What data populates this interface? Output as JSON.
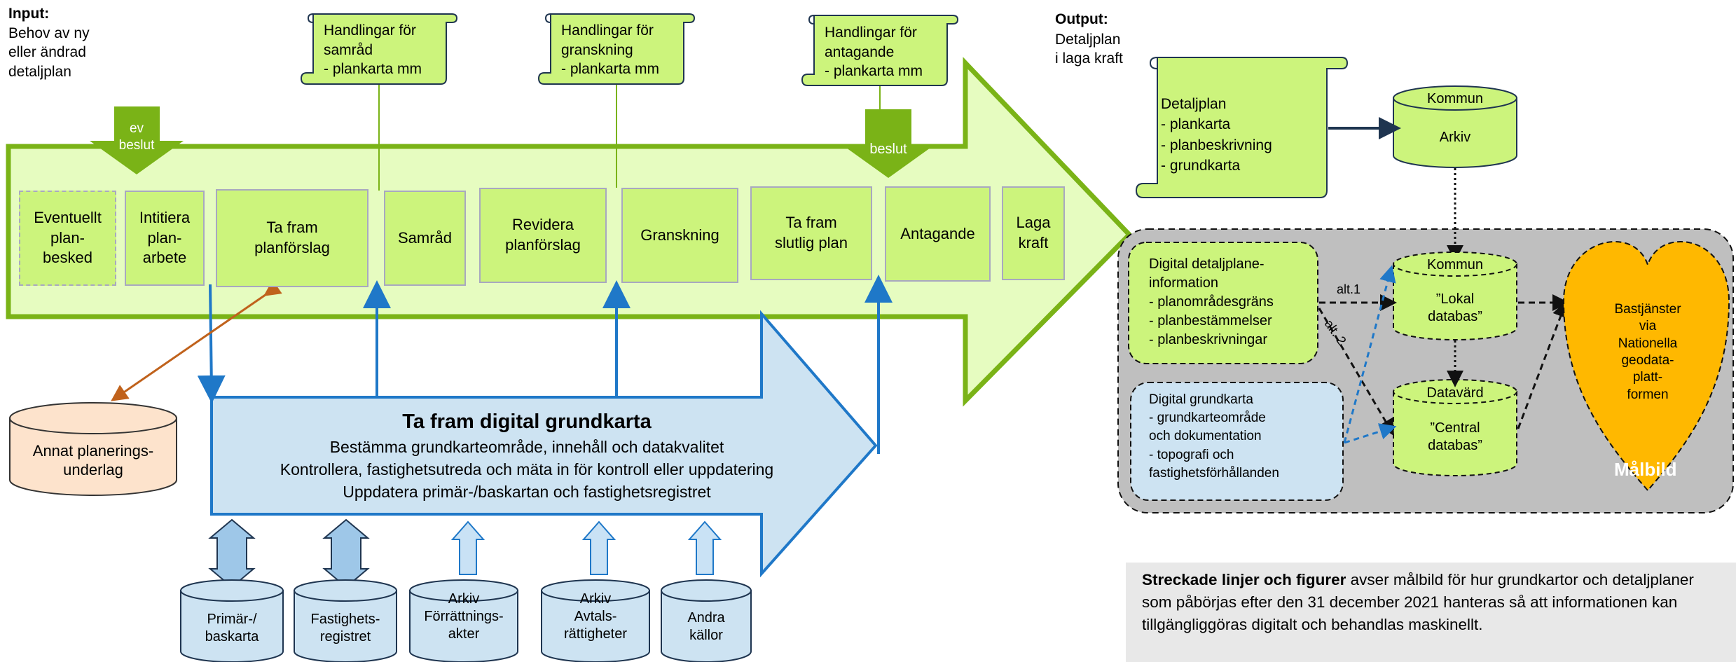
{
  "input": {
    "title": "Input:",
    "text": "Behov av ny\neller ändrad\ndetaljplan"
  },
  "output": {
    "title": "Output:",
    "text": "Detaljplan\ni laga kraft"
  },
  "scrolls": {
    "samrad": "Handlingar för\nsamråd\n- plankarta mm",
    "granskning": "Handlingar för\ngranskning\n- plankarta mm",
    "antagande": "Handlingar för\nantagande\n- plankarta mm"
  },
  "beslut": {
    "ev": "ev\nbeslut",
    "main": "beslut"
  },
  "steps": [
    {
      "label": "Eventuellt\nplan-\nbesked"
    },
    {
      "label": "Intitiera\nplan-\narbete"
    },
    {
      "label": "Ta fram\nplanförslag"
    },
    {
      "label": "Samråd"
    },
    {
      "label": "Revidera\nplanförslag"
    },
    {
      "label": "Granskning"
    },
    {
      "label": "Ta fram\nslutlig plan"
    },
    {
      "label": "Antagande"
    },
    {
      "label": "Laga\nkraft"
    }
  ],
  "annat": "Annat planerings-\nunderlag",
  "grundkarta": {
    "title": "Ta fram digital grundkarta",
    "lines": [
      "Bestämma grundkarteområde, innehåll och datakvalitet",
      "Kontrollera,  fastighetsutreda och mäta in för kontroll eller uppdatering",
      "Uppdatera primär-/baskartan och fastighetsregistret"
    ]
  },
  "sources": [
    {
      "label": "Primär-/\nbaskarta"
    },
    {
      "label": "Fastighets-\nregistret"
    },
    {
      "label": "Arkiv\nFörrättnings-\nakter"
    },
    {
      "label": "Arkiv\nAvtals-\nrättigheter"
    },
    {
      "label": "Andra\nkällor"
    }
  ],
  "detaljplan_scroll": "Detaljplan\n- plankarta\n- planbeskrivning\n- grundkarta",
  "kommun_arkiv": {
    "top": "Kommun",
    "body": "Arkiv"
  },
  "malbild": {
    "label": "Målbild",
    "digital_detalj": "Digital detaljplane-\ninformation\n- planområdesgräns\n- planbestämmelser\n- planbeskrivningar",
    "digital_grund": "Digital grundkarta\n- grundkarteområde\n  och dokumentation\n- topografi och\nfastighetsförhållanden",
    "lokal": {
      "top": "Kommun",
      "body": "”Lokal\ndatabas”"
    },
    "central": {
      "top": "Datavärd",
      "body": "”Central\ndatabas”"
    },
    "alt1": "alt.1",
    "alt2": "alt. 2",
    "heart": "Bastjänster\nvia\nNationella\ngeodata-\nplatt-\nformen"
  },
  "note": {
    "bold": "Streckade linjer och  figurer",
    "rest": " avser målbild för hur grundkartor och detaljplaner som påbörjas efter den 31 december 2021 hanteras så att informationen kan tillgängliggöras digitalt och behandlas maskinellt."
  },
  "colors": {
    "arrow_fill": "#e6fcc0",
    "arrow_stroke": "#7ab317",
    "box_fill": "#ccf47c",
    "blue_fill": "#cde3f2",
    "blue_stroke": "#1f78c8",
    "gray_panel": "#bfbfbf",
    "heart": "#ffb800",
    "annat_fill": "#fde3cc",
    "brown": "#c0621c"
  }
}
